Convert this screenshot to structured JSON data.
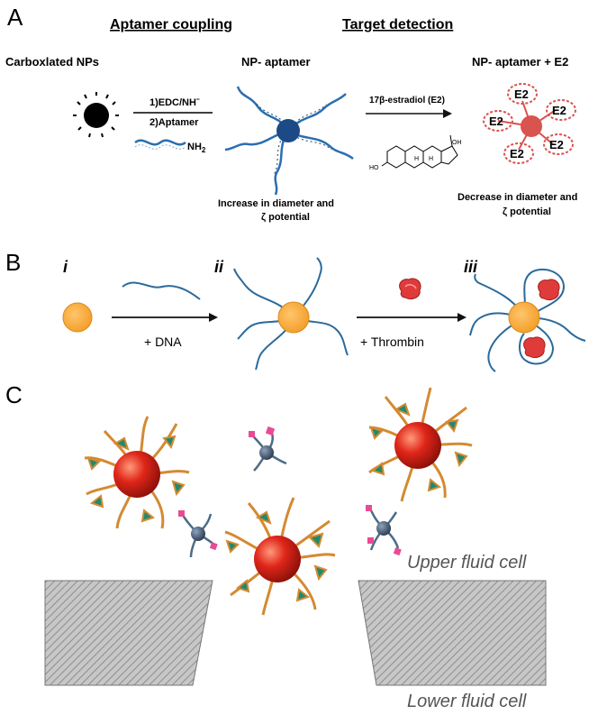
{
  "panel_a": {
    "letter": "A",
    "header_coupling": "Aptamer coupling",
    "header_detection": "Target detection",
    "carboxylated_label": "Carboxlated NPs",
    "step1": "1)EDC/NHˉ",
    "step2": "2)Aptamer",
    "nh2": "NH",
    "nh2_sub": "2",
    "np_aptamer_label": "NP- aptamer",
    "increase_line1": "Increase in diameter and",
    "increase_line2": "ζ potential",
    "estradiol_label": "17β-estradiol (E2)",
    "oh_label": "OH",
    "ho_label": "HO",
    "h_label": "H",
    "np_aptamer_e2_label": "NP- aptamer + E2",
    "e2": "E2",
    "decrease_line1": "Decrease in diameter and",
    "decrease_line2": "ζ potential",
    "colors": {
      "np_black": "#000000",
      "np_blue": "#1c4a86",
      "strand_blue": "#2a6fb0",
      "np_red": "#d9534f"
    }
  },
  "panel_b": {
    "letter": "B",
    "stage_i": "i",
    "stage_ii": "ii",
    "stage_iii": "iii",
    "plus_dna": "+ DNA",
    "plus_thrombin": "+ Thrombin",
    "colors": {
      "np_orange": "#f7a93b",
      "dna": "#2b6a9b",
      "thrombin": "#e03b3b"
    }
  },
  "panel_c": {
    "letter": "C",
    "upper_fluid": "Upper fluid cell",
    "lower_fluid": "Lower fluid cell",
    "colors": {
      "big_np": "#e0261a",
      "ligand": "#1f8a6e",
      "small_np": "#3c4f66",
      "tag": "#e84b93",
      "strand": "#d48a32"
    }
  }
}
